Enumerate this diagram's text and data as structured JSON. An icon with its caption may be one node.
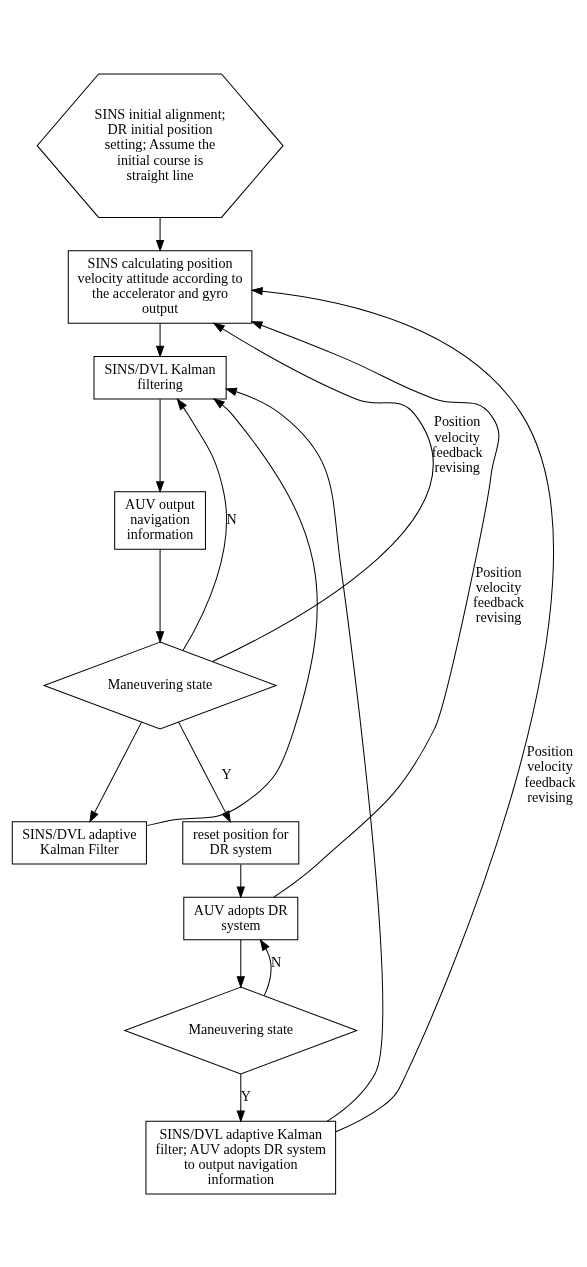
{
  "diagram": {
    "nodes": [
      {
        "text": [
          "SINS initial alignment; DR initial position setting; Assume the initial course is straight line"
        ]
      },
      {
        "text": [
          "SINS calculating position velocity attitude according to the accelerator and gyro output"
        ]
      },
      {
        "text": [
          "SINS/DVL Kalman filtering"
        ]
      },
      {
        "text": [
          "AUV output navigation information"
        ]
      },
      {
        "text": [
          "Maneuvering state"
        ]
      },
      {
        "text": [
          "SINS/DVL adaptive Kalman Filter"
        ]
      },
      {
        "text": [
          "reset position for DR system"
        ]
      },
      {
        "text": [
          "AUV adopts DR system"
        ]
      },
      {
        "text": [
          "Maneuvering state"
        ]
      },
      {
        "text": [
          "SINS/DVL adaptive Kalman filter; AUV adopts DR system to output navigation information"
        ]
      }
    ],
    "edges": [
      {
        "from": 0,
        "to": 1,
        "arrow": "to"
      },
      {
        "from": 1,
        "to": 2,
        "arrow": "to"
      },
      {
        "from": 2,
        "to": 3,
        "arrow": "to"
      },
      {
        "from": 3,
        "to": 4,
        "arrow": "to"
      },
      {
        "from": 4,
        "to": 2,
        "arrow": "to",
        "label": "N"
      },
      {
        "from": 4,
        "to": 1,
        "arrow": "to",
        "label": "Position velocity feedback revising"
      },
      {
        "from": 4,
        "to": 5,
        "arrow": "to"
      },
      {
        "from": 4,
        "to": 6,
        "arrow": "to",
        "label": "Y"
      },
      {
        "from": 5,
        "to": 2,
        "arrow": "to"
      },
      {
        "from": 6,
        "to": 7,
        "arrow": "to"
      },
      {
        "from": 7,
        "to": 1,
        "arrow": "to",
        "label": "Position velocity feedback revising"
      },
      {
        "from": 7,
        "to": 8,
        "arrow": "to"
      },
      {
        "from": 8,
        "to": 7,
        "arrow": "to",
        "label": "N"
      },
      {
        "from": 8,
        "to": 9,
        "arrow": "to",
        "label": "Y"
      },
      {
        "from": 9,
        "to": 2,
        "arrow": "to"
      },
      {
        "from": 9,
        "to": 1,
        "arrow": "to",
        "label": "Position velocity feedback revising"
      }
    ]
  }
}
